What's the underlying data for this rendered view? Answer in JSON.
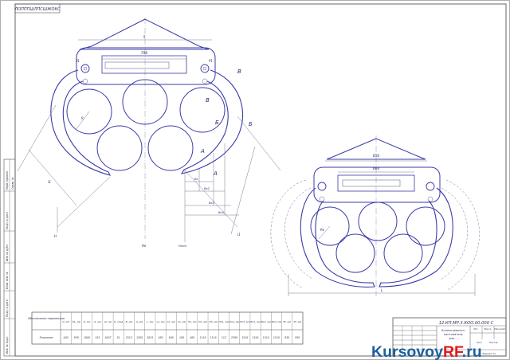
{
  "stamp_top": "ЛОПППШЛПСШЖОКС",
  "drawing_code": "12.КП.МР.3.КОО.00.000 С",
  "title_lines": [
    "Копеокорвичко-",
    "кантователь",
    "для ..."
  ],
  "title_block": {
    "lit": "Лит",
    "mass": "Масса",
    "scale": "Масштаб",
    "sheet": "Лист",
    "sheets": "Листов",
    "format": "Формат  А1"
  },
  "left_strip": [
    "Перв. примен.",
    "Справ. №",
    "Подп. и дата",
    "Инв. № дубл.",
    "Взам. инв. №",
    "Подп. и дата",
    "Инв. № подл."
  ],
  "view1": {
    "dims": {
      "top_width": "5",
      "cyl_len": "796",
      "p1_left": "P1",
      "p1_right": "P1",
      "radius": "R",
      "l1": "l1",
      "l1b": "l1",
      "b1": "Bк",
      "b2": "Bк2",
      "b3": "Bк3",
      "b4": "Bк4",
      "h": "H",
      "hmin": "Hmin",
      "hk": "Hк"
    },
    "sections": {
      "a1": "А",
      "a2": "А",
      "b1": "Б",
      "b2": "Б",
      "v1": "В",
      "v2": "В"
    }
  },
  "view2": {
    "dims": {
      "top": "850",
      "cyl": "664",
      "radius": "Rк",
      "l": "L"
    }
  },
  "table": {
    "row_labels": [
      "Обозначение параметров",
      "Значение"
    ],
    "headers": [
      "Q, кН",
      "R1, мм",
      "Q, мм",
      "l1, мм",
      "l2, мм",
      "D, град",
      "B, мм",
      "S, мм",
      "L, мм",
      "L1, мм",
      "L2, мм",
      "L3, мм",
      "H1, мм",
      "H2, мм",
      "H3, мм",
      "Hк1, мм",
      "Hк2, мм",
      "Hк3, мм",
      "Bк1, мм",
      "Bк2, мм",
      "Bк3, мм",
      "Pt, мм",
      "Pt, мм"
    ],
    "values": [
      "400",
      "930",
      "1600",
      "153",
      "1607",
      "51",
      "2512",
      "1250",
      "2001",
      "480",
      "640",
      "180",
      "480",
      "1116",
      "1116",
      "112",
      "2380",
      "1516",
      "1516",
      "1510",
      "1510",
      "930",
      "930"
    ]
  },
  "watermark": {
    "main": "Kursovoy",
    "accent": "RF",
    "suffix": ".ru",
    "accent_color": "#e21b1b",
    "main_color": "#1f5f9e"
  }
}
